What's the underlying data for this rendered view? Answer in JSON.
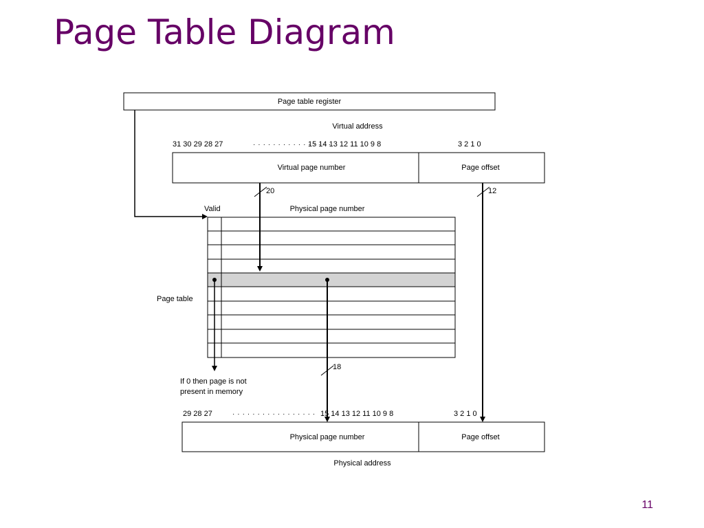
{
  "slide": {
    "title": "Page Table Diagram",
    "number": "11"
  },
  "diagram": {
    "register_label": "Page table register",
    "virtual_address_label": "Virtual address",
    "virtual_bits_left": "31  30  29  28  27",
    "virtual_dots": "· · · · · · · · · · · · · · · ·",
    "virtual_bits_mid": "15  14  13  12  11  10  9  8",
    "virtual_dots_right": "3  2  1  0",
    "virtual_page_number_label": "Virtual page number",
    "page_offset_label": "Page offset",
    "vpn_width": "20",
    "offset_width": "12",
    "valid_label": "Valid",
    "physical_page_number_header": "Physical page number",
    "page_table_label": "Page table",
    "note_line1": "If 0 then page is not",
    "note_line2": "present in memory",
    "ppn_width": "18",
    "physical_bits_left": "29  28  27",
    "physical_dots": "· · · · · · · · · · · · · · · · ·",
    "physical_bits_mid": "15  14  13  12    11  10  9  8",
    "physical_dots_right": "3  2  1  0",
    "physical_page_number_label": "Physical page number",
    "physical_page_offset_label": "Page offset",
    "physical_address_label": "Physical address",
    "colors": {
      "title": "#660066",
      "highlight_row": "#d3d3d3",
      "line": "#000000"
    }
  }
}
